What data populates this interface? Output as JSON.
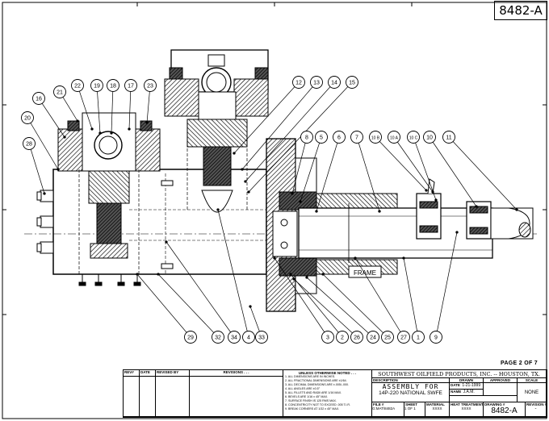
{
  "drawing_number": "8482-A",
  "page_label": "PAGE 2 OF 7",
  "frame_label": "FRAME",
  "balloons": [
    "28",
    "20",
    "16",
    "21",
    "22",
    "19",
    "18",
    "17",
    "23",
    "12",
    "13",
    "14",
    "15",
    "8",
    "5",
    "6",
    "7",
    "10 B",
    "10 A",
    "10 C",
    "10",
    "11",
    "29",
    "32",
    "34",
    "4",
    "33",
    "3",
    "2",
    "26",
    "24",
    "25",
    "27",
    "1",
    "9"
  ],
  "title_block": {
    "rev_headers": [
      "REV#",
      "DATE",
      "REVISED BY",
      "REVISIONS . . ."
    ],
    "notes_title": "UNLESS OTHERWISE NOTED . . .",
    "notes": [
      "1. ALL DIMENSIONS ARE IN INCHES.",
      "2. ALL FRACTIONAL DIMENSIONS ARE ±1/64.",
      "3. ALL DECIMAL DIMENSIONS ARE ±.005/-.000.",
      "4. ALL ANGLES ARE ±0.5°",
      "5. ALL FILLETS AND RADII ARE 1/16 MAX.",
      "6. BEVELS ARE 1/16 x 45° MAX.",
      "7. SURFACE FINISH IS 125 RMS MAX.",
      "8. CONCENTRICITY NOT TO EXCEED .005 T.I.R.",
      "9. BREAK CORNERS AT 1/32 x 45° MAX."
    ],
    "company": "SOUTHWEST OILFIELD PRODUCTS, INC. -- HOUSTON, TX.",
    "description_label": "DESCRIPTION",
    "title_line1": "ASSEMBLY FOR",
    "title_line2": "14P-220 NATIONAL SWFE",
    "drawn_label": "DRAWN",
    "approved_label": "APPROVED",
    "scale_label": "SCALE",
    "date_label": "DATE",
    "date_value": "1-21-1999",
    "name_label": "NAME",
    "name_value": "J.A.M.",
    "scale_value": "NONE",
    "file_label": "FILE #",
    "file_value": "G:MAT\\8482A",
    "sheet_label": "SHEET",
    "sheet_value": "1 OF 1",
    "material_label": "MATERIAL",
    "material_value": "XXXX",
    "heat_label": "HEAT TREATMENT",
    "heat_value": "XXXX",
    "drawing_label": "DRAWING #",
    "drawing_value": "8482-A",
    "revision_label": "REVISION #",
    "revision_value": "-"
  }
}
